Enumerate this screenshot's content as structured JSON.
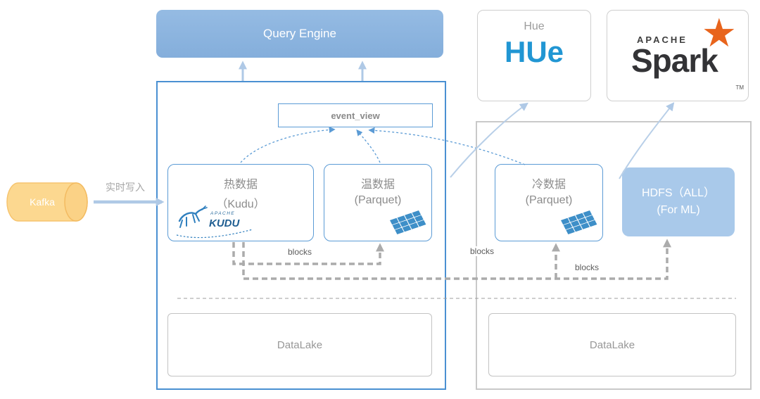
{
  "query_engine": {
    "label": "Query Engine"
  },
  "hue": {
    "title": "Hue",
    "logo_text": "HUe"
  },
  "spark": {
    "apache_label": "APACHE",
    "name": "Spark",
    "trademark": "TM",
    "star_glyph": "★"
  },
  "kafka": {
    "label": "Kafka",
    "write_label": "实时写入"
  },
  "event_view": {
    "label": "event_view"
  },
  "nodes": {
    "hot": {
      "title": "热数据",
      "subtitle": "（Kudu）",
      "logo_apache": "APACHE",
      "logo_name": "KUDU"
    },
    "warm": {
      "title": "温数据",
      "subtitle": "(Parquet)"
    },
    "cold": {
      "title": "冷数据",
      "subtitle": "(Parquet)"
    },
    "hdfs": {
      "title": "HDFS（ALL）",
      "subtitle": "(For ML)"
    }
  },
  "datalake": {
    "left_label": "DataLake",
    "right_label": "DataLake"
  },
  "edges": {
    "blocks_warm": "blocks",
    "blocks_cold": "blocks",
    "blocks_hdfs": "blocks"
  },
  "colors": {
    "accent_blue": "#5B9BD5",
    "container_blue": "#4A90D2",
    "query_engine_fill": "#8DB6E2",
    "hdfs_fill": "#A9C9EA",
    "kafka_fill": "#FCD890",
    "arrow_blue": "#AFC9E6",
    "dash_gray": "#ABABAB",
    "hue_blue": "#2196D3",
    "spark_orange": "#E8641C"
  }
}
